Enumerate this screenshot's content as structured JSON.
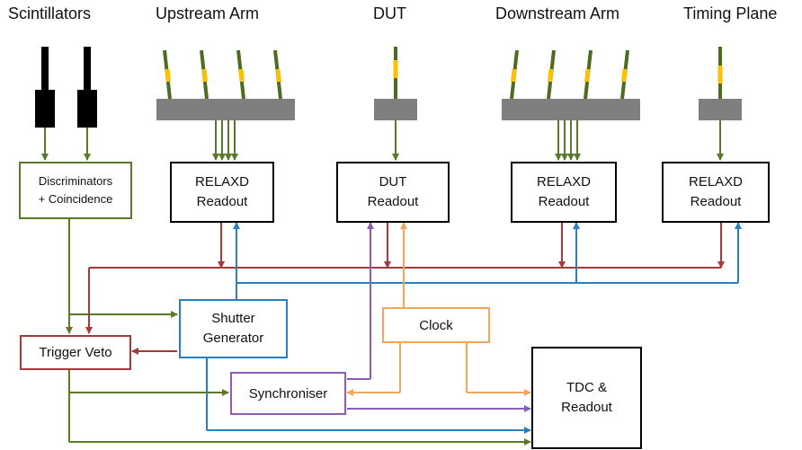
{
  "titles": {
    "scintillators": "Scintillators",
    "upstream_arm": "Upstream Arm",
    "dut": "DUT",
    "downstream_arm": "Downstream Arm",
    "timing_plane": "Timing Plane"
  },
  "boxes": {
    "discriminators": "Discriminators\n+ Coincidence",
    "relaxd_upstream": "RELAXD\nReadout",
    "dut_readout": "DUT\nReadout",
    "relaxd_downstream": "RELAXD\nReadout",
    "relaxd_timing": "RELAXD\nReadout",
    "shutter_generator": "Shutter\nGenerator",
    "clock": "Clock",
    "trigger_veto": "Trigger Veto",
    "synchroniser": "Synchroniser",
    "tdc_readout": "TDC &\nReadout"
  },
  "colors": {
    "green": "#5a7a2a",
    "red": "#a63a3a",
    "blue": "#2a7fc1",
    "orange": "#f2a65a",
    "purple": "#8e5bb5",
    "gray_bar": "#7f7f7f",
    "sensor_stem": "#4f6b1f",
    "sensor_chip": "#ffc000",
    "black": "#000000"
  }
}
